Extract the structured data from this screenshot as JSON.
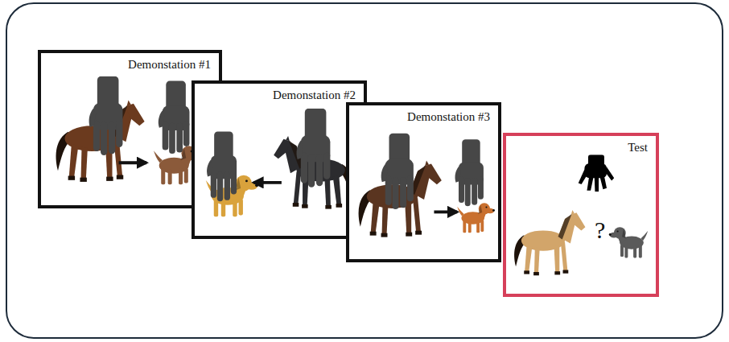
{
  "diagram": {
    "nodes": [
      {
        "text": [
          "Demonstation #1"
        ]
      },
      {
        "text": [
          "Demonstation #2"
        ]
      },
      {
        "text": [
          "Demonstation #3"
        ]
      },
      {
        "text": [
          "Test",
          "?"
        ]
      }
    ]
  }
}
